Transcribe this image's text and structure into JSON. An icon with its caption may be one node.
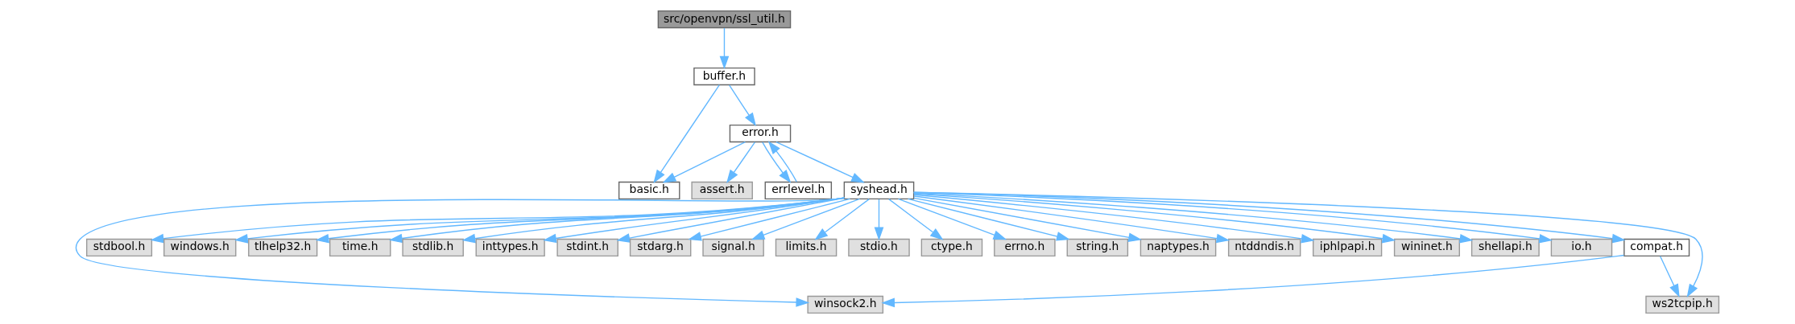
{
  "diagram": {
    "nodes": [
      {
        "text": [
          "src/openvpn/ssl_util.h"
        ]
      },
      {
        "text": [
          "buffer.h"
        ]
      },
      {
        "text": [
          "error.h"
        ]
      },
      {
        "text": [
          "basic.h"
        ]
      },
      {
        "text": [
          "syshead.h"
        ]
      },
      {
        "text": [
          "assert.h"
        ]
      },
      {
        "text": [
          "errlevel.h"
        ]
      },
      {
        "text": [
          "compat.h"
        ]
      },
      {
        "text": [
          "stdbool.h"
        ]
      },
      {
        "text": [
          "windows.h"
        ]
      },
      {
        "text": [
          "tlhelp32.h"
        ]
      },
      {
        "text": [
          "time.h"
        ]
      },
      {
        "text": [
          "stdlib.h"
        ]
      },
      {
        "text": [
          "inttypes.h"
        ]
      },
      {
        "text": [
          "stdint.h"
        ]
      },
      {
        "text": [
          "stdarg.h"
        ]
      },
      {
        "text": [
          "signal.h"
        ]
      },
      {
        "text": [
          "limits.h"
        ]
      },
      {
        "text": [
          "stdio.h"
        ]
      },
      {
        "text": [
          "ctype.h"
        ]
      },
      {
        "text": [
          "errno.h"
        ]
      },
      {
        "text": [
          "string.h"
        ]
      },
      {
        "text": [
          "naptypes.h"
        ]
      },
      {
        "text": [
          "ntddndis.h"
        ]
      },
      {
        "text": [
          "iphlpapi.h"
        ]
      },
      {
        "text": [
          "wininet.h"
        ]
      },
      {
        "text": [
          "shellapi.h"
        ]
      },
      {
        "text": [
          "io.h"
        ]
      },
      {
        "text": [
          "winsock2.h"
        ]
      },
      {
        "text": [
          "ws2tcpip.h"
        ]
      }
    ],
    "edges": [
      {
        "from": 0,
        "to": 1,
        "arrow": "to"
      },
      {
        "from": 1,
        "to": 3,
        "arrow": "to"
      },
      {
        "from": 1,
        "to": 2,
        "arrow": "to"
      },
      {
        "from": 2,
        "to": 3,
        "arrow": "to"
      },
      {
        "from": 2,
        "to": 4,
        "arrow": "to"
      },
      {
        "from": 2,
        "to": 5,
        "arrow": "to"
      },
      {
        "from": 2,
        "to": 6,
        "arrow": "to"
      },
      {
        "from": 6,
        "to": 2,
        "arrow": "to"
      },
      {
        "from": 4,
        "to": 28,
        "arrow": "to"
      },
      {
        "from": 4,
        "to": 29,
        "arrow": "to"
      },
      {
        "from": 4,
        "to": 7,
        "arrow": "to"
      },
      {
        "from": 4,
        "to": 8,
        "arrow": "to"
      },
      {
        "from": 4,
        "to": 9,
        "arrow": "to"
      },
      {
        "from": 4,
        "to": 10,
        "arrow": "to"
      },
      {
        "from": 4,
        "to": 11,
        "arrow": "to"
      },
      {
        "from": 4,
        "to": 12,
        "arrow": "to"
      },
      {
        "from": 4,
        "to": 13,
        "arrow": "to"
      },
      {
        "from": 4,
        "to": 14,
        "arrow": "to"
      },
      {
        "from": 4,
        "to": 15,
        "arrow": "to"
      },
      {
        "from": 4,
        "to": 16,
        "arrow": "to"
      },
      {
        "from": 4,
        "to": 17,
        "arrow": "to"
      },
      {
        "from": 4,
        "to": 18,
        "arrow": "to"
      },
      {
        "from": 4,
        "to": 19,
        "arrow": "to"
      },
      {
        "from": 4,
        "to": 20,
        "arrow": "to"
      },
      {
        "from": 4,
        "to": 21,
        "arrow": "to"
      },
      {
        "from": 4,
        "to": 22,
        "arrow": "to"
      },
      {
        "from": 4,
        "to": 23,
        "arrow": "to"
      },
      {
        "from": 4,
        "to": 24,
        "arrow": "to"
      },
      {
        "from": 4,
        "to": 25,
        "arrow": "to"
      },
      {
        "from": 4,
        "to": 26,
        "arrow": "to"
      },
      {
        "from": 4,
        "to": 27,
        "arrow": "to"
      },
      {
        "from": 7,
        "to": 28,
        "arrow": "to"
      },
      {
        "from": 7,
        "to": 29,
        "arrow": "to"
      }
    ]
  }
}
